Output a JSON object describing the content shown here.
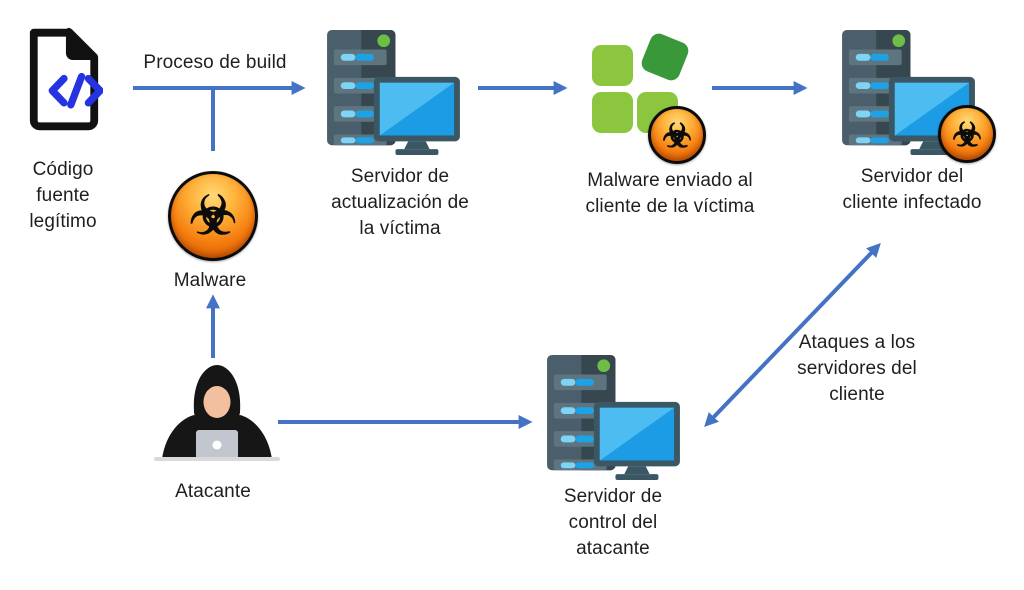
{
  "diagram": {
    "labels": {
      "source_code": "Código\nfuente\nlegítimo",
      "build_process": "Proceso de build",
      "malware": "Malware",
      "update_server": "Servidor de\nactualización de\nla víctima",
      "malware_to_client": "Malware enviado al\ncliente de la víctima",
      "infected_server": "Servidor del\ncliente infectado",
      "attacker": "Atacante",
      "control_server": "Servidor de\ncontrol del\natacante",
      "attacks": "Ataques a los\nservidores del\ncliente"
    },
    "icons": {
      "biohazard_glyph": "☣"
    },
    "colors": {
      "arrow": "#4472C4",
      "text": "#1F1F1F",
      "code_symbol": "#2633E0",
      "file_outline": "#111111",
      "app_green_light": "#8CC63F",
      "app_green_dark": "#39993A",
      "server_body_light": "#4A5F6B",
      "server_body_dark": "#36474F",
      "server_bay": "#5E747F",
      "led_blue": "#1EA2E6",
      "led_blue_light": "#7FD3F4",
      "led_green": "#6CBE45",
      "screen_blue": "#1C9CE4",
      "screen_highlight": "#4DBCF0",
      "biohazard_orange": "#F57E0F",
      "hoodie_black": "#161616",
      "skin": "#F2C09E",
      "laptop_gray": "#C2C7CF"
    }
  }
}
